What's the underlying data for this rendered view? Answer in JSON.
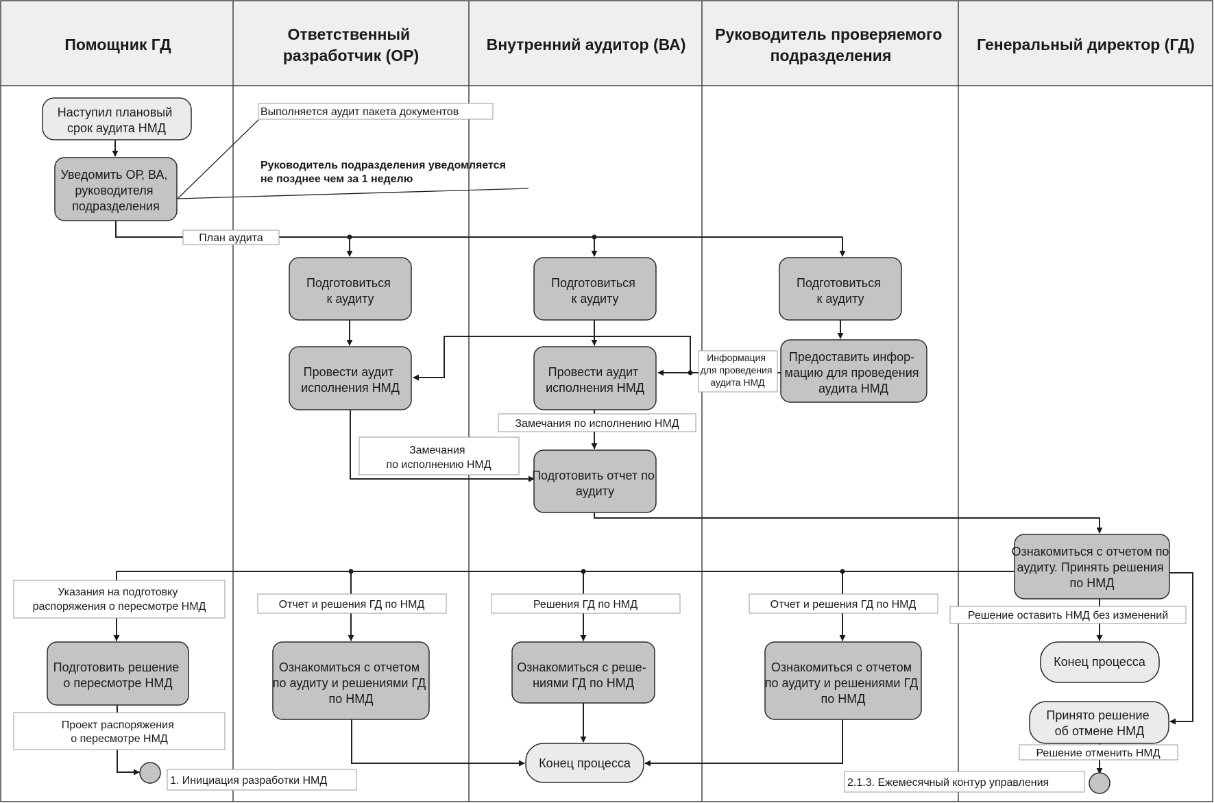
{
  "lanes": [
    {
      "id": "pgd",
      "title": [
        "Помощник ГД"
      ]
    },
    {
      "id": "or",
      "title": [
        "Ответственный",
        "разработчик (ОР)"
      ]
    },
    {
      "id": "va",
      "title": [
        "Внутренний аудитор (ВА)"
      ]
    },
    {
      "id": "rp",
      "title": [
        "Руководитель проверяемого",
        "подразделения"
      ]
    },
    {
      "id": "gd",
      "title": [
        "Генеральный директор (ГД)"
      ]
    }
  ],
  "nodes": {
    "start_event": [
      "Наступил плановый",
      "срок аудита НМД"
    ],
    "notify": [
      "Уведомить ОР, ВА,",
      "руководителя",
      "подразделения"
    ],
    "prep_or": [
      "Подготовиться",
      "к аудиту"
    ],
    "prep_va": [
      "Подготовиться",
      "к аудиту"
    ],
    "prep_rp": [
      "Подготовиться",
      "к аудиту"
    ],
    "audit_or": [
      "Провести аудит",
      "исполнения НМД"
    ],
    "audit_va": [
      "Провести аудит",
      "исполнения НМД"
    ],
    "provide_info": [
      "Предоставить инфор-",
      "мацию для проведения",
      "аудита НМД"
    ],
    "report": [
      "Подготовить отчет по",
      "аудиту"
    ],
    "review_gd": [
      "Ознакомиться с отчетом по",
      "аудиту. Принять решения",
      "по НМД"
    ],
    "prepare_decision": [
      "Подготовить решение",
      "о пересмотре НМД"
    ],
    "review_or": [
      "Ознакомиться с отчетом",
      "по аудиту и решениями ГД",
      "по НМД"
    ],
    "review_va": [
      "Ознакомиться с реше-",
      "ниями ГД по НМД"
    ],
    "review_rp": [
      "Ознакомиться с отчетом",
      "по аудиту и решениями ГД",
      "по НМД"
    ],
    "end_center": [
      "Конец процесса"
    ],
    "end_gd": [
      "Конец процесса"
    ],
    "cancel_event": [
      "Принято решение",
      "об отмене НМД"
    ]
  },
  "labels": {
    "audit_package": "Выполняется аудит пакета документов",
    "notify_note": [
      "Руководитель подразделения уведомляется",
      "не позднее чем за 1 неделю"
    ],
    "audit_plan": "План аудита",
    "info_for_audit": [
      "Информация",
      "для проведения",
      "аудита НМД"
    ],
    "remarks_va": "Замечания по исполнению НМД",
    "remarks_or": [
      "Замечания",
      "по исполнению НМД"
    ],
    "instructions": [
      "Указания на подготовку",
      "распоряжения о пересмотре НМД"
    ],
    "report_decisions_or": "Отчет и решения ГД по НМД",
    "decisions_va": "Решения ГД по НМД",
    "report_decisions_rp": "Отчет и решения ГД по НМД",
    "keep_unchanged": "Решение оставить НМД без изменений",
    "draft_order": [
      "Проект распоряжения",
      "о пересмотре НМД"
    ],
    "cancel_decision": "Решение отменить НМД",
    "link_initiation": "1. Инициация разработки НМД",
    "link_monthly": "2.1.3. Ежемесячный контур управления"
  }
}
